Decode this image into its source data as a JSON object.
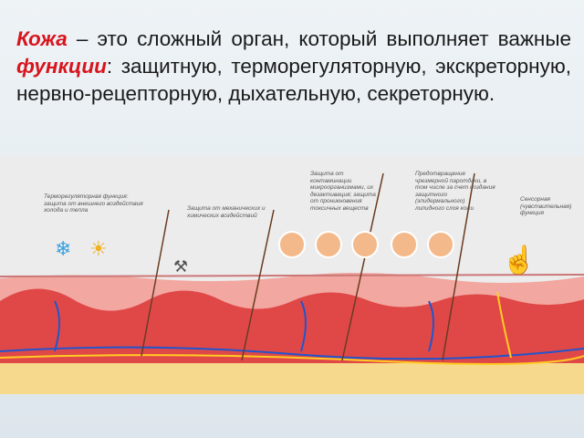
{
  "slide": {
    "term": "Кожа",
    "part1": " – это сложный орган, который выполняет важные ",
    "functions_word": "функции",
    "part2": ": защитную, терморегуляторную, экскреторную, нервно-рецепторную, дыхательную, секреторную."
  },
  "figure": {
    "labels": [
      "Терморегуляторная функция: защита от внешнего воздействия холода и тепла",
      "Защита от механических и химических воздействий",
      "Защита от контаминации микроорганизмами, их дезактивация; защита от проникновения токсичных веществ",
      "Предотвращение чрезмерной паротдачи, в том числе за счет создания защитного (эпидермального) липидного слоя кожи",
      "Сенсорная (чувствительная) функция"
    ]
  },
  "colors": {
    "accent": "#d8141d",
    "epidermis": "#f2a7a0",
    "dermis": "#e04848",
    "fat": "#f6d98c"
  }
}
